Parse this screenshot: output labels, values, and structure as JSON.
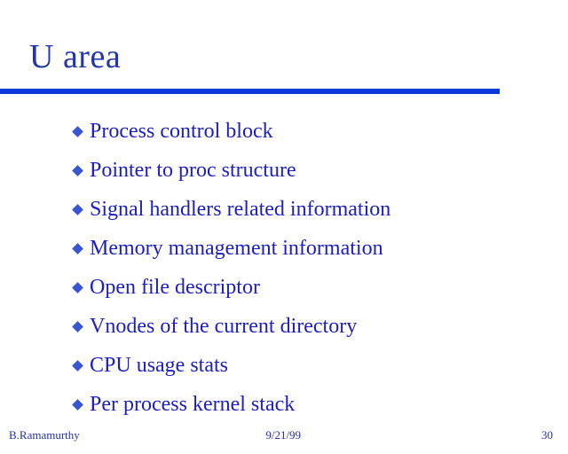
{
  "slide": {
    "title": "U area",
    "bullets": [
      "Process control block",
      "Pointer to proc structure",
      "Signal handlers related information",
      "Memory management information",
      "Open file descriptor",
      "Vnodes of the current directory",
      "CPU usage stats",
      "Per process kernel stack"
    ],
    "footer": {
      "author": "B.Ramamurthy",
      "date": "9/21/99",
      "page_number": "30"
    },
    "colors": {
      "background": "#ffffff",
      "title_text": "#2235ae",
      "rule": "#0b38d8",
      "body_text": "#1b1ec2",
      "bullet_diamond": "#3a55d2",
      "footer_text": "#2330b4"
    }
  }
}
